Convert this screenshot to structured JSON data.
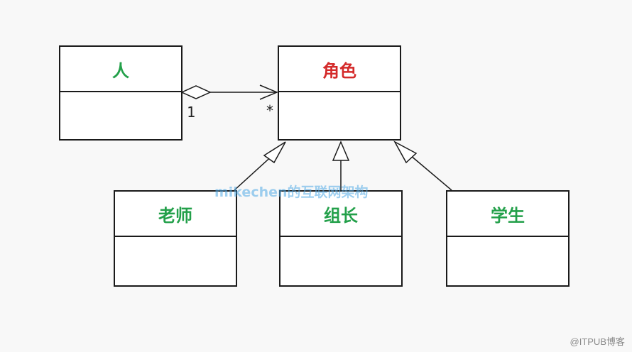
{
  "classes": {
    "person": {
      "label": "人",
      "color": "#23a04a"
    },
    "role": {
      "label": "角色",
      "color": "#d42a2a"
    },
    "teacher": {
      "label": "老师",
      "color": "#23a04a"
    },
    "group_leader": {
      "label": "组长",
      "color": "#23a04a"
    },
    "student": {
      "label": "学生",
      "color": "#23a04a"
    }
  },
  "association": {
    "source_multiplicity": "1",
    "target_multiplicity": "*"
  },
  "watermark": "mikechen的互联网架构",
  "footer": "@ITPUB博客"
}
